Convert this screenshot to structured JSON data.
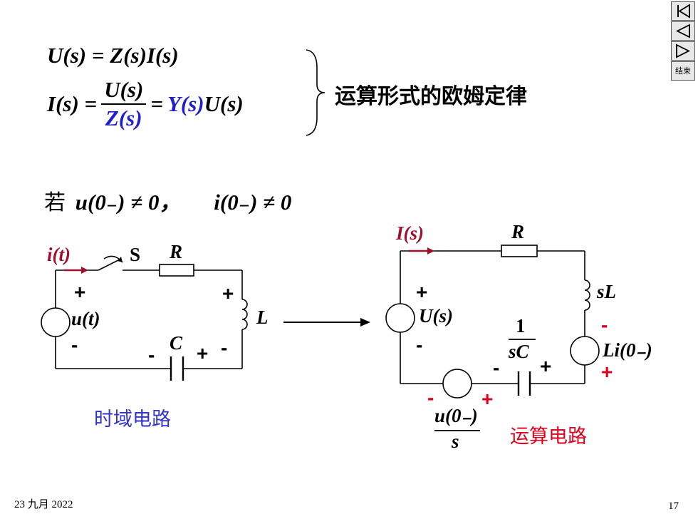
{
  "equations": {
    "line1": "U(s) = Z(s)I(s)",
    "line2_lhs": "I(s) =",
    "line2_num": "U(s)",
    "line2_den": "Z(s)",
    "line2_eq": "=",
    "line2_Y": "Y(s)",
    "line2_U": "U(s)",
    "law_label": "运算形式的欧姆定律"
  },
  "condition": {
    "prefix": "若",
    "expr1": "u(0₋) ≠ 0，",
    "expr2": "i(0₋) ≠ 0"
  },
  "time_circuit": {
    "current": "i(t)",
    "switch": "S",
    "resistor": "R",
    "source": "u(t)",
    "capacitor": "C",
    "inductor": "L",
    "plus": "+",
    "minus": "-",
    "caption": "时域电路"
  },
  "s_circuit": {
    "current": "I(s)",
    "resistor": "R",
    "inductor": "sL",
    "source": "U(s)",
    "cap_num": "1",
    "cap_den": "sC",
    "ind_source": "Li(0₋)",
    "init_num": "u(0₋)",
    "init_den": "s",
    "plus": "+",
    "minus": "-",
    "caption": "运算电路"
  },
  "nav": {
    "first": "first-page-icon",
    "prev": "prev-page-icon",
    "next": "next-page-icon",
    "end_label": "结束"
  },
  "footer": {
    "date": "23 九月 2022",
    "page": "17"
  },
  "colors": {
    "blue": "#1f1fcc",
    "red": "#e0001b",
    "dark_red": "#a0102c",
    "caption_blue": "#3333cc"
  }
}
